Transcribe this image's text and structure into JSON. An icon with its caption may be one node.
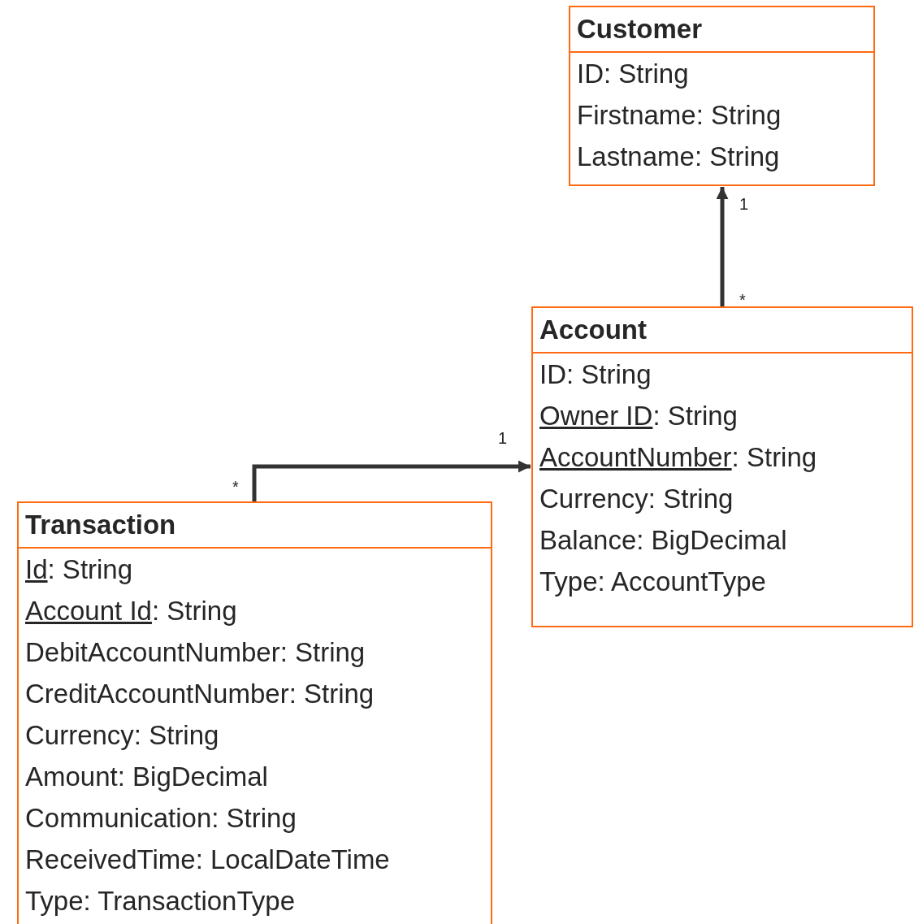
{
  "diagram": {
    "nodes": [
      {
        "text": [
          "Customer",
          "ID: String",
          "Firstname: String",
          "Lastname: String"
        ],
        "beside": [
          "1"
        ]
      },
      {
        "text": [
          "Account",
          "ID: String",
          "Owner ID: String",
          "AccountNumber: String",
          "Currency: String",
          "Balance: BigDecimal",
          "Type: AccountType"
        ],
        "beside": [
          "*",
          "1"
        ]
      },
      {
        "text": [
          "Transaction",
          "Id: String",
          "Account Id: String",
          "DebitAccountNumber: String",
          "CreditAccountNumber: String",
          "Currency: String",
          "Amount: BigDecimal",
          "Communication: String",
          "ReceivedTime: LocalDateTime",
          "Type: TransactionType"
        ],
        "beside": [
          "*"
        ]
      }
    ],
    "edges": [
      {
        "from": 1,
        "to": 0,
        "arrow": "to"
      },
      {
        "from": 2,
        "to": 1,
        "arrow": "to"
      }
    ]
  }
}
